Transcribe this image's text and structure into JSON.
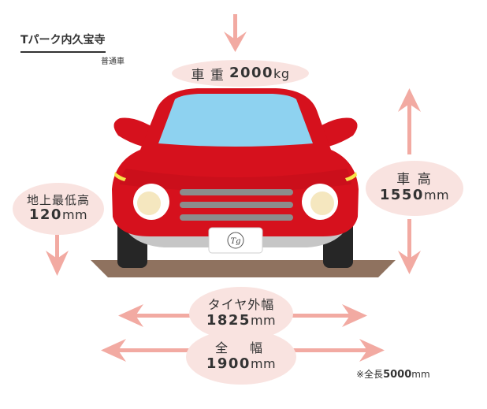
{
  "header": {
    "title": "Tパーク内久宝寺",
    "subtitle": "普通車"
  },
  "specs": {
    "weight": {
      "label": "車 重",
      "value": "2000",
      "unit": "kg"
    },
    "height": {
      "label": "車 高",
      "value": "1550",
      "unit": "mm"
    },
    "clearance": {
      "label": "地上最低高",
      "value": "120",
      "unit": "mm"
    },
    "tire_width": {
      "label": "タイヤ外幅",
      "value": "1825",
      "unit": "mm"
    },
    "width": {
      "label": "全　幅",
      "value": "1900",
      "unit": "mm"
    }
  },
  "note": {
    "prefix": "※全長",
    "value": "5000",
    "unit": "mm"
  },
  "plate": {
    "text": "Tg"
  },
  "colors": {
    "car_body": "#d6111d",
    "car_shadow": "#b30c18",
    "windshield": "#8ed2f0",
    "arrow": "#f2aaa2",
    "label_bg": "#f9e3e0",
    "ground": "#8f725f"
  }
}
